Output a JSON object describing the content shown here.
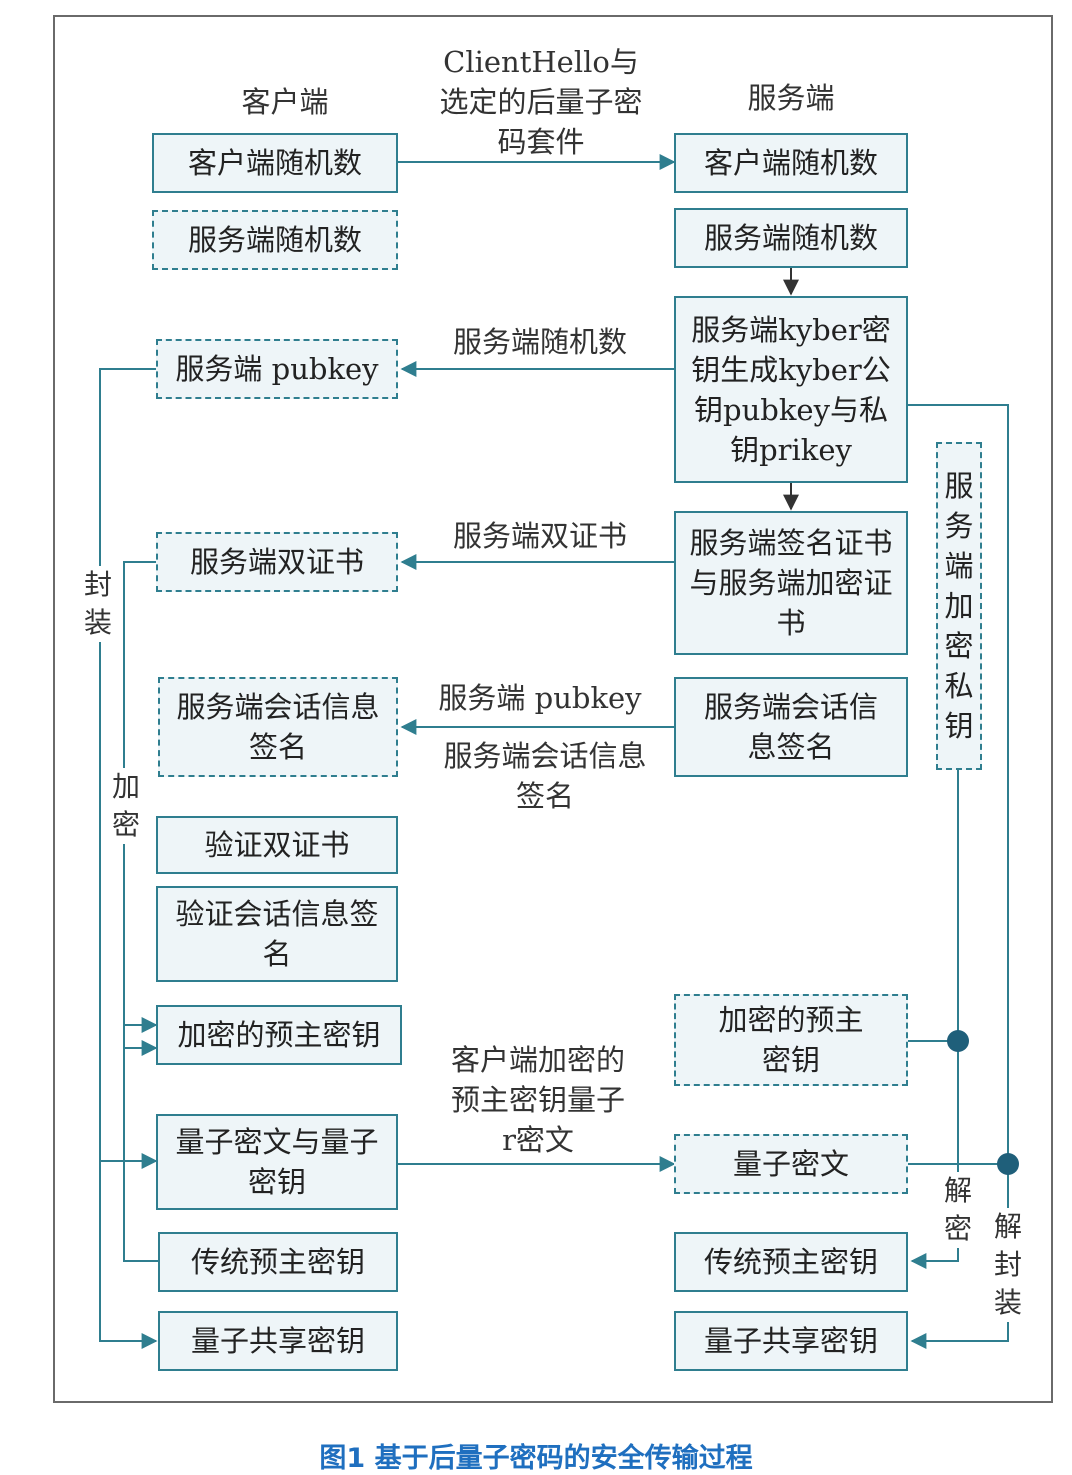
{
  "headers": {
    "client": "客户端",
    "server": "服务端"
  },
  "client_boxes": {
    "random": "客户端随机数",
    "server_random": "服务端随机数",
    "pubkey": "服务端 pubkey",
    "dual_cert": "服务端双证书",
    "session_sig": "服务端会话信息签名",
    "verify_cert": "验证双证书",
    "verify_sig": "验证会话信息签名",
    "enc_premaster": "加密的预主密钥",
    "quantum_ct_key": "量子密文与量子密钥",
    "trad_premaster": "传统预主密钥",
    "quantum_shared": "量子共享密钥"
  },
  "server_boxes": {
    "client_random": "客户端随机数",
    "random": "服务端随机数",
    "kyber_gen": "服务端kyber密钥生成kyber公钥pubkey与私钥prikey",
    "certs": "服务端签名证书与服务端加密证书",
    "session_sig": "服务端会话信息签名",
    "enc_premaster": "加密的预主密钥",
    "quantum_ct": "量子密文",
    "trad_premaster": "传统预主密钥",
    "quantum_shared": "量子共享密钥",
    "enc_private_key": "服务端加密私钥"
  },
  "arrow_labels": {
    "client_hello": "ClientHello与选定的后量子密码套件",
    "server_random": "服务端随机数",
    "dual_cert": "服务端双证书",
    "pubkey": "服务端 pubkey",
    "session_sig": "服务端会话信息签名",
    "client_enc": "客户端加密的预主密钥量子r密文"
  },
  "side_labels": {
    "encapsulate": "封装",
    "encrypt": "加密",
    "decrypt": "解密",
    "decapsulate": "解封装"
  },
  "caption": "图1 基于后量子密码的安全传输过程",
  "colors": {
    "line": "#2f7e8f",
    "box_fill": "#eef5f8",
    "caption": "#1f6fbf",
    "dot": "#1f5f7a"
  }
}
